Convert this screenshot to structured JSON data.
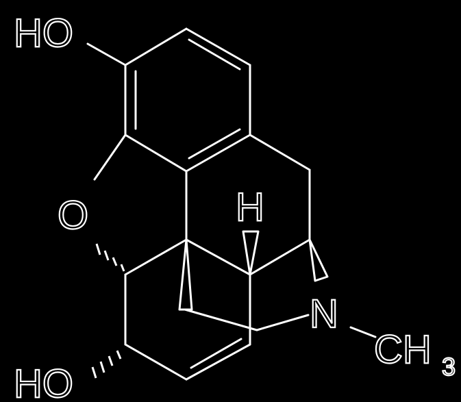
{
  "molecule": {
    "labels": {
      "ho_top": "HO",
      "o_ring": "O",
      "ho_bottom": "HO",
      "h": "H",
      "n": "N",
      "ch": "CH",
      "sub3": "3"
    },
    "colors": {
      "background": "#000000",
      "stroke": "#ffffff"
    }
  }
}
